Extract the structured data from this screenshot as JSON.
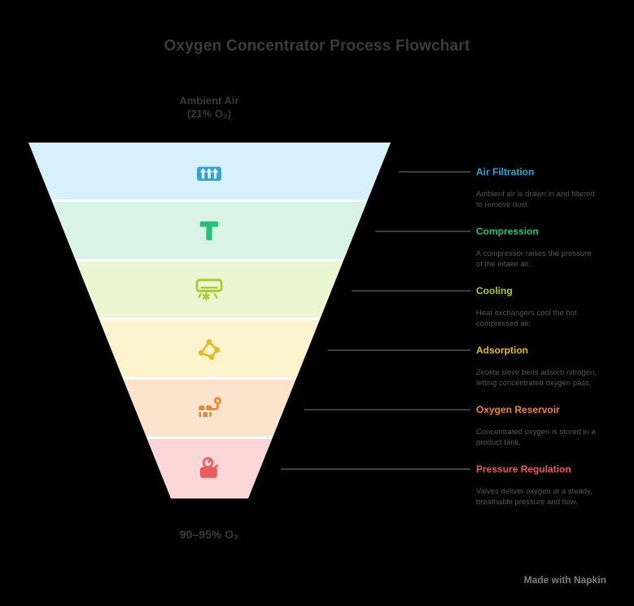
{
  "title": "Oxygen Concentrator Process Flowchart",
  "top_note": {
    "line1": "Ambient Air",
    "line2": "(21% O₂)"
  },
  "bottom_note": "90–95% O₂",
  "watermark": "Made with Napkin",
  "stages": [
    {
      "label": "Air Filtration",
      "color": "#2aa7d8",
      "fill": "#d7f0fc",
      "icon": "air-intake-icon",
      "desc": "Ambient air is drawn in and filtered to remove dust."
    },
    {
      "label": "Compression",
      "color": "#2ebd77",
      "fill": "#d9f3e6",
      "icon": "compressor-icon",
      "desc": "A compressor raises the pressure of the intake air."
    },
    {
      "label": "Cooling",
      "color": "#a9cc3b",
      "fill": "#ebf6d3",
      "icon": "cooling-unit-icon",
      "desc": "Heat exchangers cool the hot compressed air."
    },
    {
      "label": "Adsorption",
      "color": "#e0bd26",
      "fill": "#fdf3cf",
      "icon": "molecule-icon",
      "desc": "Zeolite sieve beds adsorb nitrogen, letting concentrated oxygen pass."
    },
    {
      "label": "Oxygen Reservoir",
      "color": "#ef8632",
      "fill": "#fce3cc",
      "icon": "storage-tank-icon",
      "desc": "Concentrated oxygen is stored in a product tank."
    },
    {
      "label": "Pressure Regulation",
      "color": "#e85d5d",
      "fill": "#fbd6d6",
      "icon": "pressure-gauge-icon",
      "desc": "Valves deliver oxygen at a steady, breathable pressure and flow."
    }
  ],
  "chart_data": {
    "type": "funnel",
    "title": "Oxygen Concentrator Process Flowchart",
    "direction": "top-wide-to-bottom-narrow",
    "input_label": "Ambient Air (21% O₂)",
    "output_label": "90–95% O₂",
    "categories": [
      "Air Filtration",
      "Compression",
      "Cooling",
      "Adsorption",
      "Oxygen Reservoir",
      "Pressure Regulation"
    ],
    "segment_colors": [
      "#d7f0fc",
      "#d9f3e6",
      "#ebf6d3",
      "#fdf3cf",
      "#fce3cc",
      "#fbd6d6"
    ],
    "label_colors": [
      "#2aa7d8",
      "#2ebd77",
      "#a9cc3b",
      "#e0bd26",
      "#ef8632",
      "#e85d5d"
    ],
    "legend_position": "right"
  }
}
